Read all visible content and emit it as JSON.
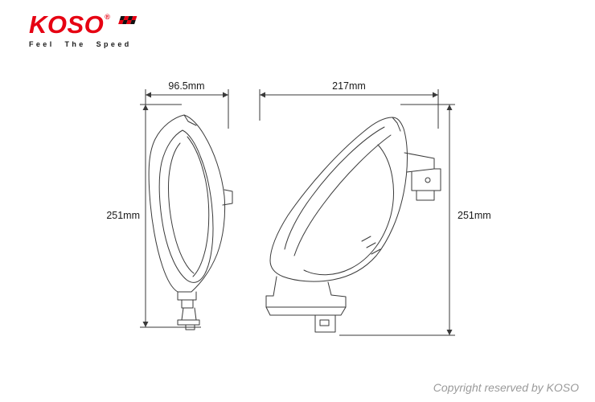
{
  "logo": {
    "brand": "KOSO",
    "registered": "®",
    "tagline": "Feel The Speed"
  },
  "drawings": {
    "left_view": {
      "name": "front-left view of lamp unit",
      "width_label": "96.5mm",
      "height_label": "251mm"
    },
    "right_view": {
      "name": "side view of lamp unit",
      "width_label": "217mm",
      "height_label": "251mm"
    }
  },
  "footer": {
    "copyright": "Copyright reserved by KOSO"
  },
  "colors": {
    "brand_red": "#e60012",
    "line_color": "#3a3a3a",
    "copyright_gray": "#9a9a9a"
  }
}
